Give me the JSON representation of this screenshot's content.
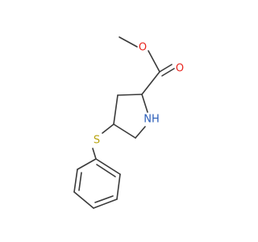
{
  "molecule": {
    "atoms": {
      "ester_oxygen": {
        "label": "O",
        "color": "#e8261f"
      },
      "carbonyl_oxygen": {
        "label": "O",
        "color": "#e8261f"
      },
      "ring_nitrogen": {
        "label": "NH",
        "color": "#2a5db8"
      },
      "sulfur": {
        "label": "S",
        "color": "#b8a40f"
      }
    },
    "bond_color": "#3a3a3a"
  }
}
